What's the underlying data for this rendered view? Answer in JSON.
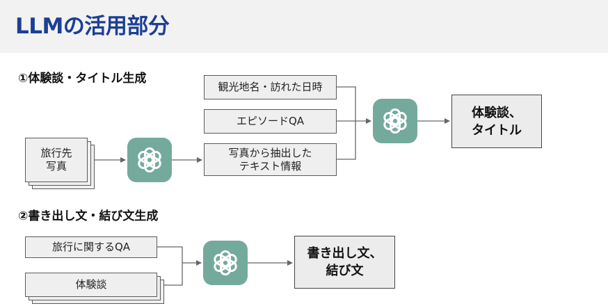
{
  "page": {
    "title": "LLMの活用部分"
  },
  "section1": {
    "title": "①体験談・タイトル生成",
    "input_photo": "旅行先\n写真",
    "box_location": "観光地名・訪れた日時",
    "box_qa": "エピソードQA",
    "box_extracted": "写真から抽出した\nテキスト情報",
    "output": "体験談、\nタイトル"
  },
  "section2": {
    "title": "②書き出し文・結び文生成",
    "box_qa": "旅行に関するQA",
    "box_story": "体験談",
    "output": "書き出し文、\n結び文"
  },
  "colors": {
    "title_blue": "#1c3f94",
    "ai_node_green": "#74aa9c",
    "box_fill": "#efefef",
    "arrow": "#666666"
  },
  "icons": {
    "ai_node": "openai-logo-icon",
    "header": "none"
  }
}
